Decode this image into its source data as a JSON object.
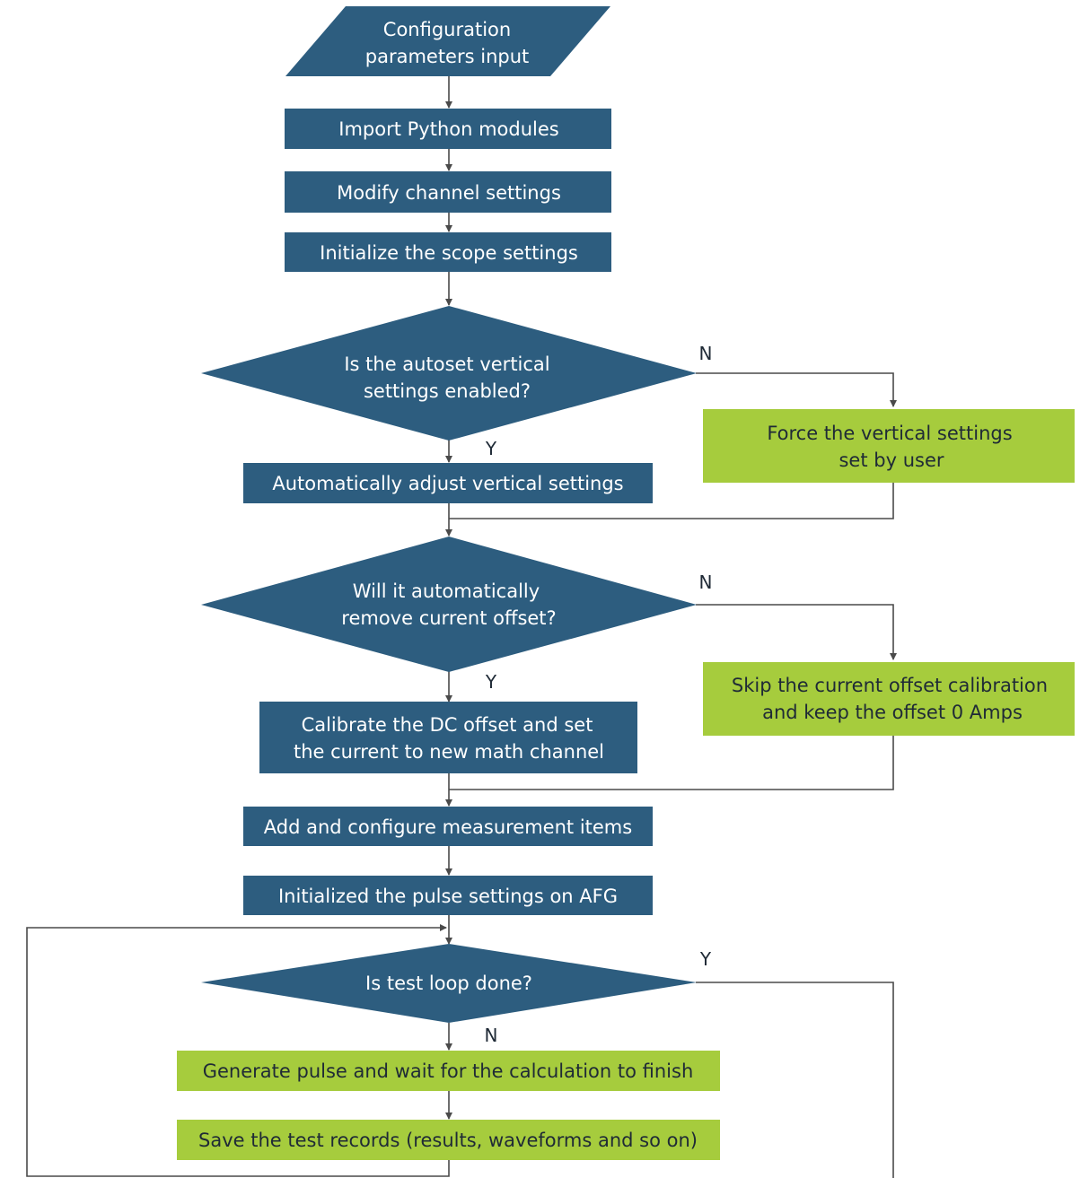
{
  "colors": {
    "blue": "#2d5d7f",
    "green": "#a6cc3d",
    "line": "#4a4a4a",
    "text_on_blue": "#ffffff",
    "text_on_green": "#1f2a36"
  },
  "nodes": {
    "config_input": {
      "line1": "Configuration",
      "line2": "parameters input"
    },
    "import_modules": "Import Python modules",
    "modify_channel": "Modify channel settings",
    "init_scope": "Initialize the scope settings",
    "autoset_decision": {
      "line1": "Is the autoset vertical",
      "line2": "settings enabled?"
    },
    "auto_adjust": "Automatically adjust vertical settings",
    "force_vertical": {
      "line1": "Force the vertical settings",
      "line2": "set by user"
    },
    "offset_decision": {
      "line1": "Will it automatically",
      "line2": "remove current offset?"
    },
    "calibrate_dc": {
      "line1": "Calibrate the DC offset and set",
      "line2": "the current to new math channel"
    },
    "skip_calibration": {
      "line1": "Skip the current offset calibration",
      "line2": "and keep the offset 0 Amps"
    },
    "add_measurement": "Add and configure measurement items",
    "init_pulse": "Initialized the pulse settings on AFG",
    "loop_decision": "Is test loop done?",
    "generate_pulse": "Generate pulse and wait for the calculation to finish",
    "save_records": "Save the test records (results, waveforms and so on)"
  },
  "edge_labels": {
    "autoset_no": "N",
    "autoset_yes": "Y",
    "offset_no": "N",
    "offset_yes": "Y",
    "loop_yes": "Y",
    "loop_no": "N"
  }
}
